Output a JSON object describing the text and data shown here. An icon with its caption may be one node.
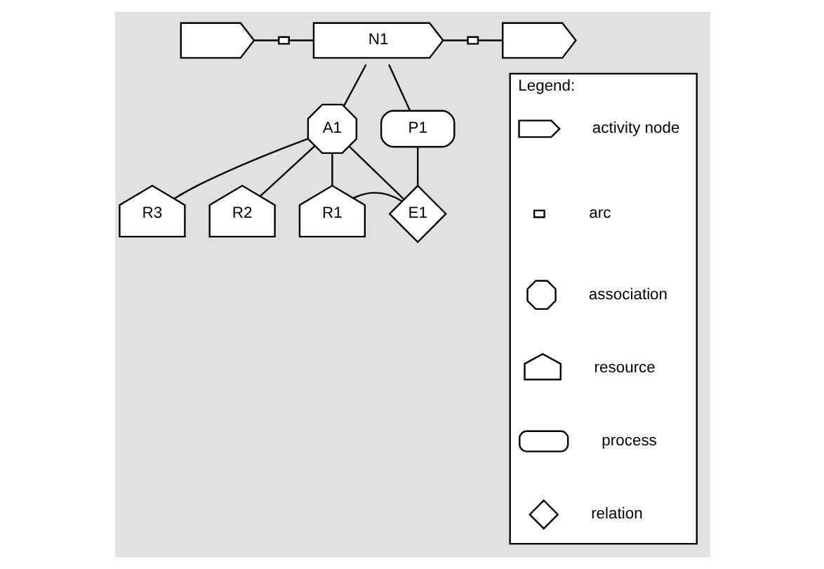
{
  "diagram": {
    "nodes": [
      {
        "text": [],
        "shape": "tag"
      },
      {
        "text": [],
        "shape": "box"
      },
      {
        "text": [
          "N1"
        ]
      },
      {
        "text": [],
        "shape": "box"
      },
      {
        "text": [],
        "shape": "tag"
      },
      {
        "text": [
          "A1"
        ]
      },
      {
        "text": [
          "P1"
        ]
      },
      {
        "text": [
          "E1"
        ]
      },
      {
        "text": [
          "R3"
        ]
      },
      {
        "text": [
          "R2"
        ]
      },
      {
        "text": [
          "R1"
        ]
      },
      {
        "text": [
          "Legend:"
        ]
      },
      {
        "text": [],
        "shape": "tag",
        "in": 11
      },
      {
        "text": [],
        "shape": "box",
        "in": 11
      },
      {
        "text": [],
        "shape": "octagon",
        "in": 11
      },
      {
        "text": [],
        "shape": "pentagon",
        "in": 11
      },
      {
        "text": [],
        "shape": "capsule",
        "in": 11
      },
      {
        "text": [],
        "shape": "diamond",
        "in": 11
      }
    ],
    "edges": [
      {
        "from": 0,
        "to": 1,
        "arrow": "none"
      },
      {
        "from": 1,
        "to": 2,
        "arrow": "none"
      },
      {
        "from": 2,
        "to": 3,
        "arrow": "none"
      },
      {
        "from": 3,
        "to": 4,
        "arrow": "none"
      },
      {
        "from": 2,
        "to": 5,
        "arrow": "none"
      },
      {
        "from": 2,
        "to": 6,
        "arrow": "none"
      },
      {
        "from": 5,
        "to": 7,
        "arrow": "none"
      },
      {
        "from": 6,
        "to": 7,
        "arrow": "none"
      },
      {
        "from": 5,
        "to": 8,
        "arrow": "none"
      },
      {
        "from": 5,
        "to": 9,
        "arrow": "none"
      },
      {
        "from": 5,
        "to": 10,
        "arrow": "none"
      },
      {
        "from": 10,
        "to": 7,
        "arrow": "none"
      }
    ],
    "legend": [
      {
        "text": "activity node"
      },
      {
        "text": "arc"
      },
      {
        "text": "association"
      },
      {
        "text": "resource"
      },
      {
        "text": "process"
      },
      {
        "text": "relation"
      }
    ]
  }
}
